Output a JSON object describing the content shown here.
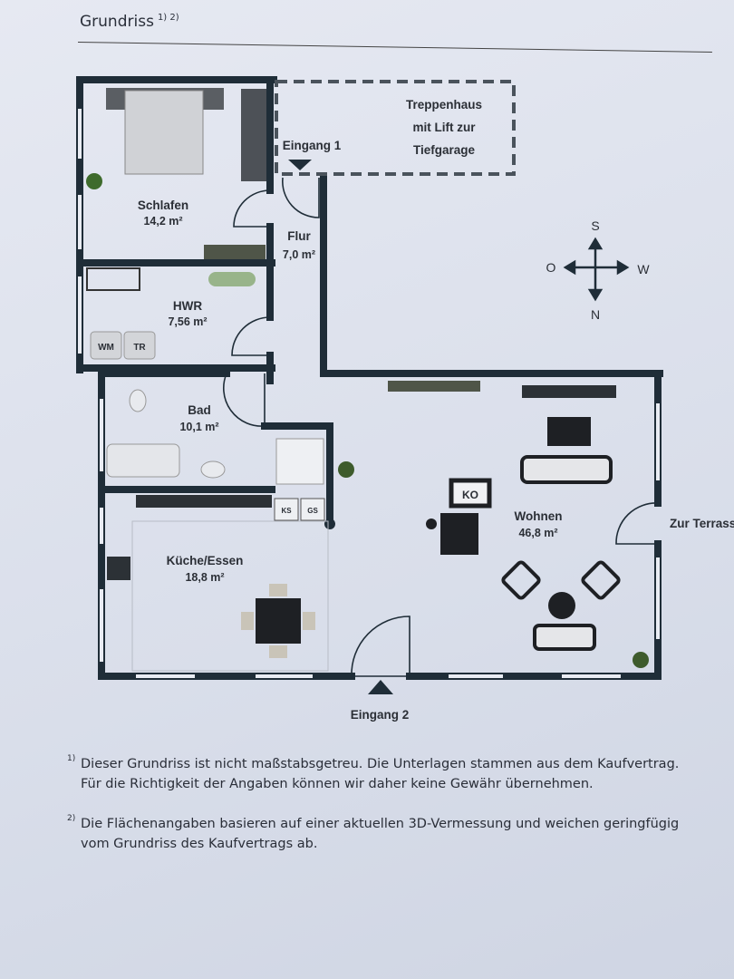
{
  "header": {
    "title": "Grundriss",
    "footnote_refs": "1) 2)"
  },
  "rooms": {
    "schlafen": {
      "name": "Schlafen",
      "area": "14,2 m²"
    },
    "flur": {
      "name": "Flur",
      "area": "7,0 m²"
    },
    "hwr": {
      "name": "HWR",
      "area": "7,56 m²"
    },
    "bad": {
      "name": "Bad",
      "area": "10,1 m²"
    },
    "kueche": {
      "name": "Küche/Essen",
      "area": "18,8 m²"
    },
    "wohnen": {
      "name": "Wohnen",
      "area": "46,8 m²"
    }
  },
  "labels": {
    "treppenhaus": [
      "Treppenhaus",
      "mit Lift zur",
      "Tiefgarage"
    ],
    "eingang1": "Eingang 1",
    "eingang2": "Eingang 2",
    "terrasse": "Zur Terrasse",
    "wm": "WM",
    "tr": "TR",
    "ks": "KS",
    "gs": "GS",
    "ko": "KO"
  },
  "compass": {
    "n": "N",
    "s": "S",
    "o": "O",
    "w": "W"
  },
  "footnotes": [
    {
      "mark": "1)",
      "text": "Dieser Grundriss ist nicht maßstabsgetreu. Die Unterlagen stammen aus dem Kaufvertrag. Für die Richtigkeit der Angaben können wir daher keine Gewähr übernehmen."
    },
    {
      "mark": "2)",
      "text": "Die Flächenangaben basieren auf einer aktuellen 3D-Vermessung und weichen geringfügig vom Grundriss des Kaufvertrags ab."
    }
  ],
  "colors": {
    "wall": "#1f2d38",
    "paper": "#dfe3ee"
  }
}
